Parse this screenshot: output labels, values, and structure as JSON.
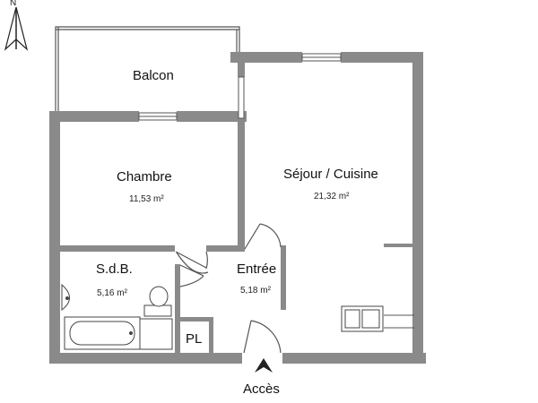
{
  "rooms": {
    "balcon": {
      "name": "Balcon"
    },
    "chambre": {
      "name": "Chambre",
      "area": "11,53 m²"
    },
    "sejour": {
      "name": "Séjour / Cuisine",
      "area": "21,32 m²"
    },
    "sdb": {
      "name": "S.d.B.",
      "area": "5,16 m²"
    },
    "entree": {
      "name": "Entrée",
      "area": "5,18 m²"
    },
    "placard": {
      "name": "PL"
    }
  },
  "access": {
    "label": "Accès"
  },
  "compass": {
    "letter": "N"
  },
  "colors": {
    "wall": "#8a8a8a",
    "line": "#555555",
    "text": "#111111"
  }
}
